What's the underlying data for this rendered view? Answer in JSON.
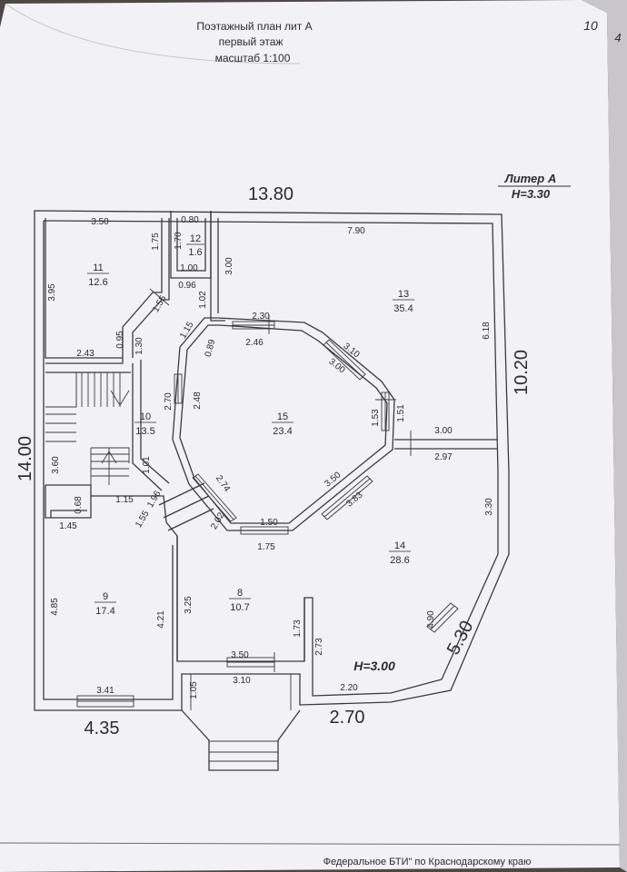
{
  "header": {
    "title": "Поэтажный план лит А",
    "floor": "первый этаж",
    "scale": "масштаб 1:100",
    "page_number": "10",
    "edge_mark": "4"
  },
  "legend": {
    "liter": "Литер А",
    "height": "H=3.30"
  },
  "overall_dims": {
    "top": "13.80",
    "left": "14.00",
    "right": "10.20",
    "bottom_left": "4.35",
    "bottom_mid": "2.70",
    "diag_right": "5.30"
  },
  "rooms": {
    "r11": {
      "num": "11",
      "area": "12.6"
    },
    "r12": {
      "num": "12",
      "area": "1.6"
    },
    "r13": {
      "num": "13",
      "area": "35.4"
    },
    "r15": {
      "num": "15",
      "area": "23.4"
    },
    "r10": {
      "num": "10",
      "area": "13.5"
    },
    "r14": {
      "num": "14",
      "area": "28.6"
    },
    "r9": {
      "num": "9",
      "area": "17.4"
    },
    "r8": {
      "num": "8",
      "area": "10.7"
    }
  },
  "porch_height": "H=3.00",
  "dims": {
    "d350a": "3.50",
    "d175a": "1.75",
    "d395": "3.95",
    "d095": "0.95",
    "d243": "2.43",
    "d130": "1.30",
    "d155a": "1.55",
    "d080": "0.80",
    "d170": "1.70",
    "d100": "1.00",
    "d096": "0.96",
    "d300a": "3.00",
    "d102": "1.02",
    "d790": "7.90",
    "d618": "6.18",
    "d230": "2.30",
    "d246": "2.46",
    "d310a": "3.10",
    "d300b": "3.00",
    "d115": "1.15",
    "d089": "0.89",
    "d270": "2.70",
    "d248": "2.48",
    "d153": "1.53",
    "d151": "1.51",
    "d300c": "3.00",
    "d297": "2.97",
    "d360": "3.60",
    "d101": "1.01",
    "d350b": "3.50",
    "d383": "3.83",
    "d274": "2.74",
    "d330": "3.30",
    "d068": "0.68",
    "d115b": "1.15",
    "d196": "1.96",
    "d145": "1.45",
    "d155b": "1.55",
    "d202": "2.02",
    "d150": "1.50",
    "d175b": "1.75",
    "d485": "4.85",
    "d421": "4.21",
    "d325": "3.25",
    "d490": "4.90",
    "d173": "1.73",
    "d273": "2.73",
    "d350c": "3.50",
    "d310b": "3.10",
    "d341": "3.41",
    "d105": "1.05",
    "d220": "2.20"
  },
  "footer": {
    "text": "Федеральное БТИ\" по Краснодарскому краю"
  },
  "colors": {
    "paper": "#f3f3f7",
    "ink": "#2b2b30",
    "background": "#5f5a55"
  }
}
